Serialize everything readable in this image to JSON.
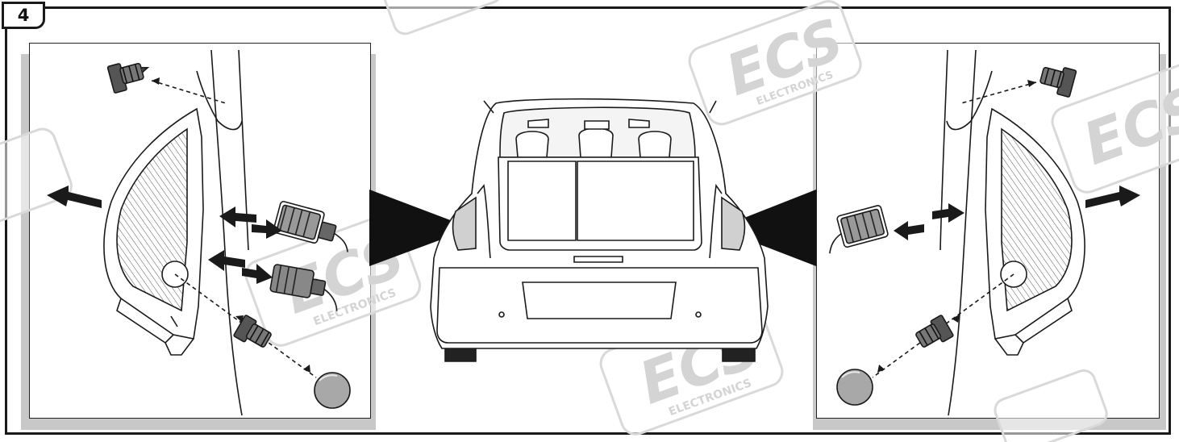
{
  "step": {
    "number": "4"
  },
  "watermark": {
    "logo_text": "ECS",
    "sub_text": "ELECTRONICS",
    "color": "#d6d6d6"
  },
  "colors": {
    "line": "#1a1a1a",
    "panel_shadow": "#c8c8c8",
    "cap_fill": "#a8a8a8",
    "connector_fill": "#8c8c8c"
  },
  "icons": {
    "step_badge": "number-tab",
    "clip": "push-clip-icon",
    "cap": "round-cap-icon",
    "connector": "plug-connector-icon",
    "arrow": "direction-arrow-icon",
    "car": "car-rear-view",
    "lamp": "tail-lamp"
  }
}
